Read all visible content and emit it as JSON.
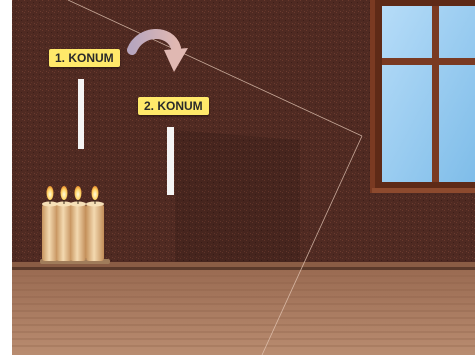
{
  "labels": {
    "position_1": "1. KONUM",
    "position_2": "2. KONUM"
  },
  "icons": {
    "move": "curved-arrow-icon",
    "light_source": "candles-icon"
  },
  "colors": {
    "wall": "#4d2820",
    "floor": "#a97a60",
    "label_bg": "#ffe96a",
    "window_frame": "#7a3a22",
    "window_glass": "#9fcff5"
  },
  "candles": {
    "count": 4
  },
  "window": {
    "panes": 4
  }
}
